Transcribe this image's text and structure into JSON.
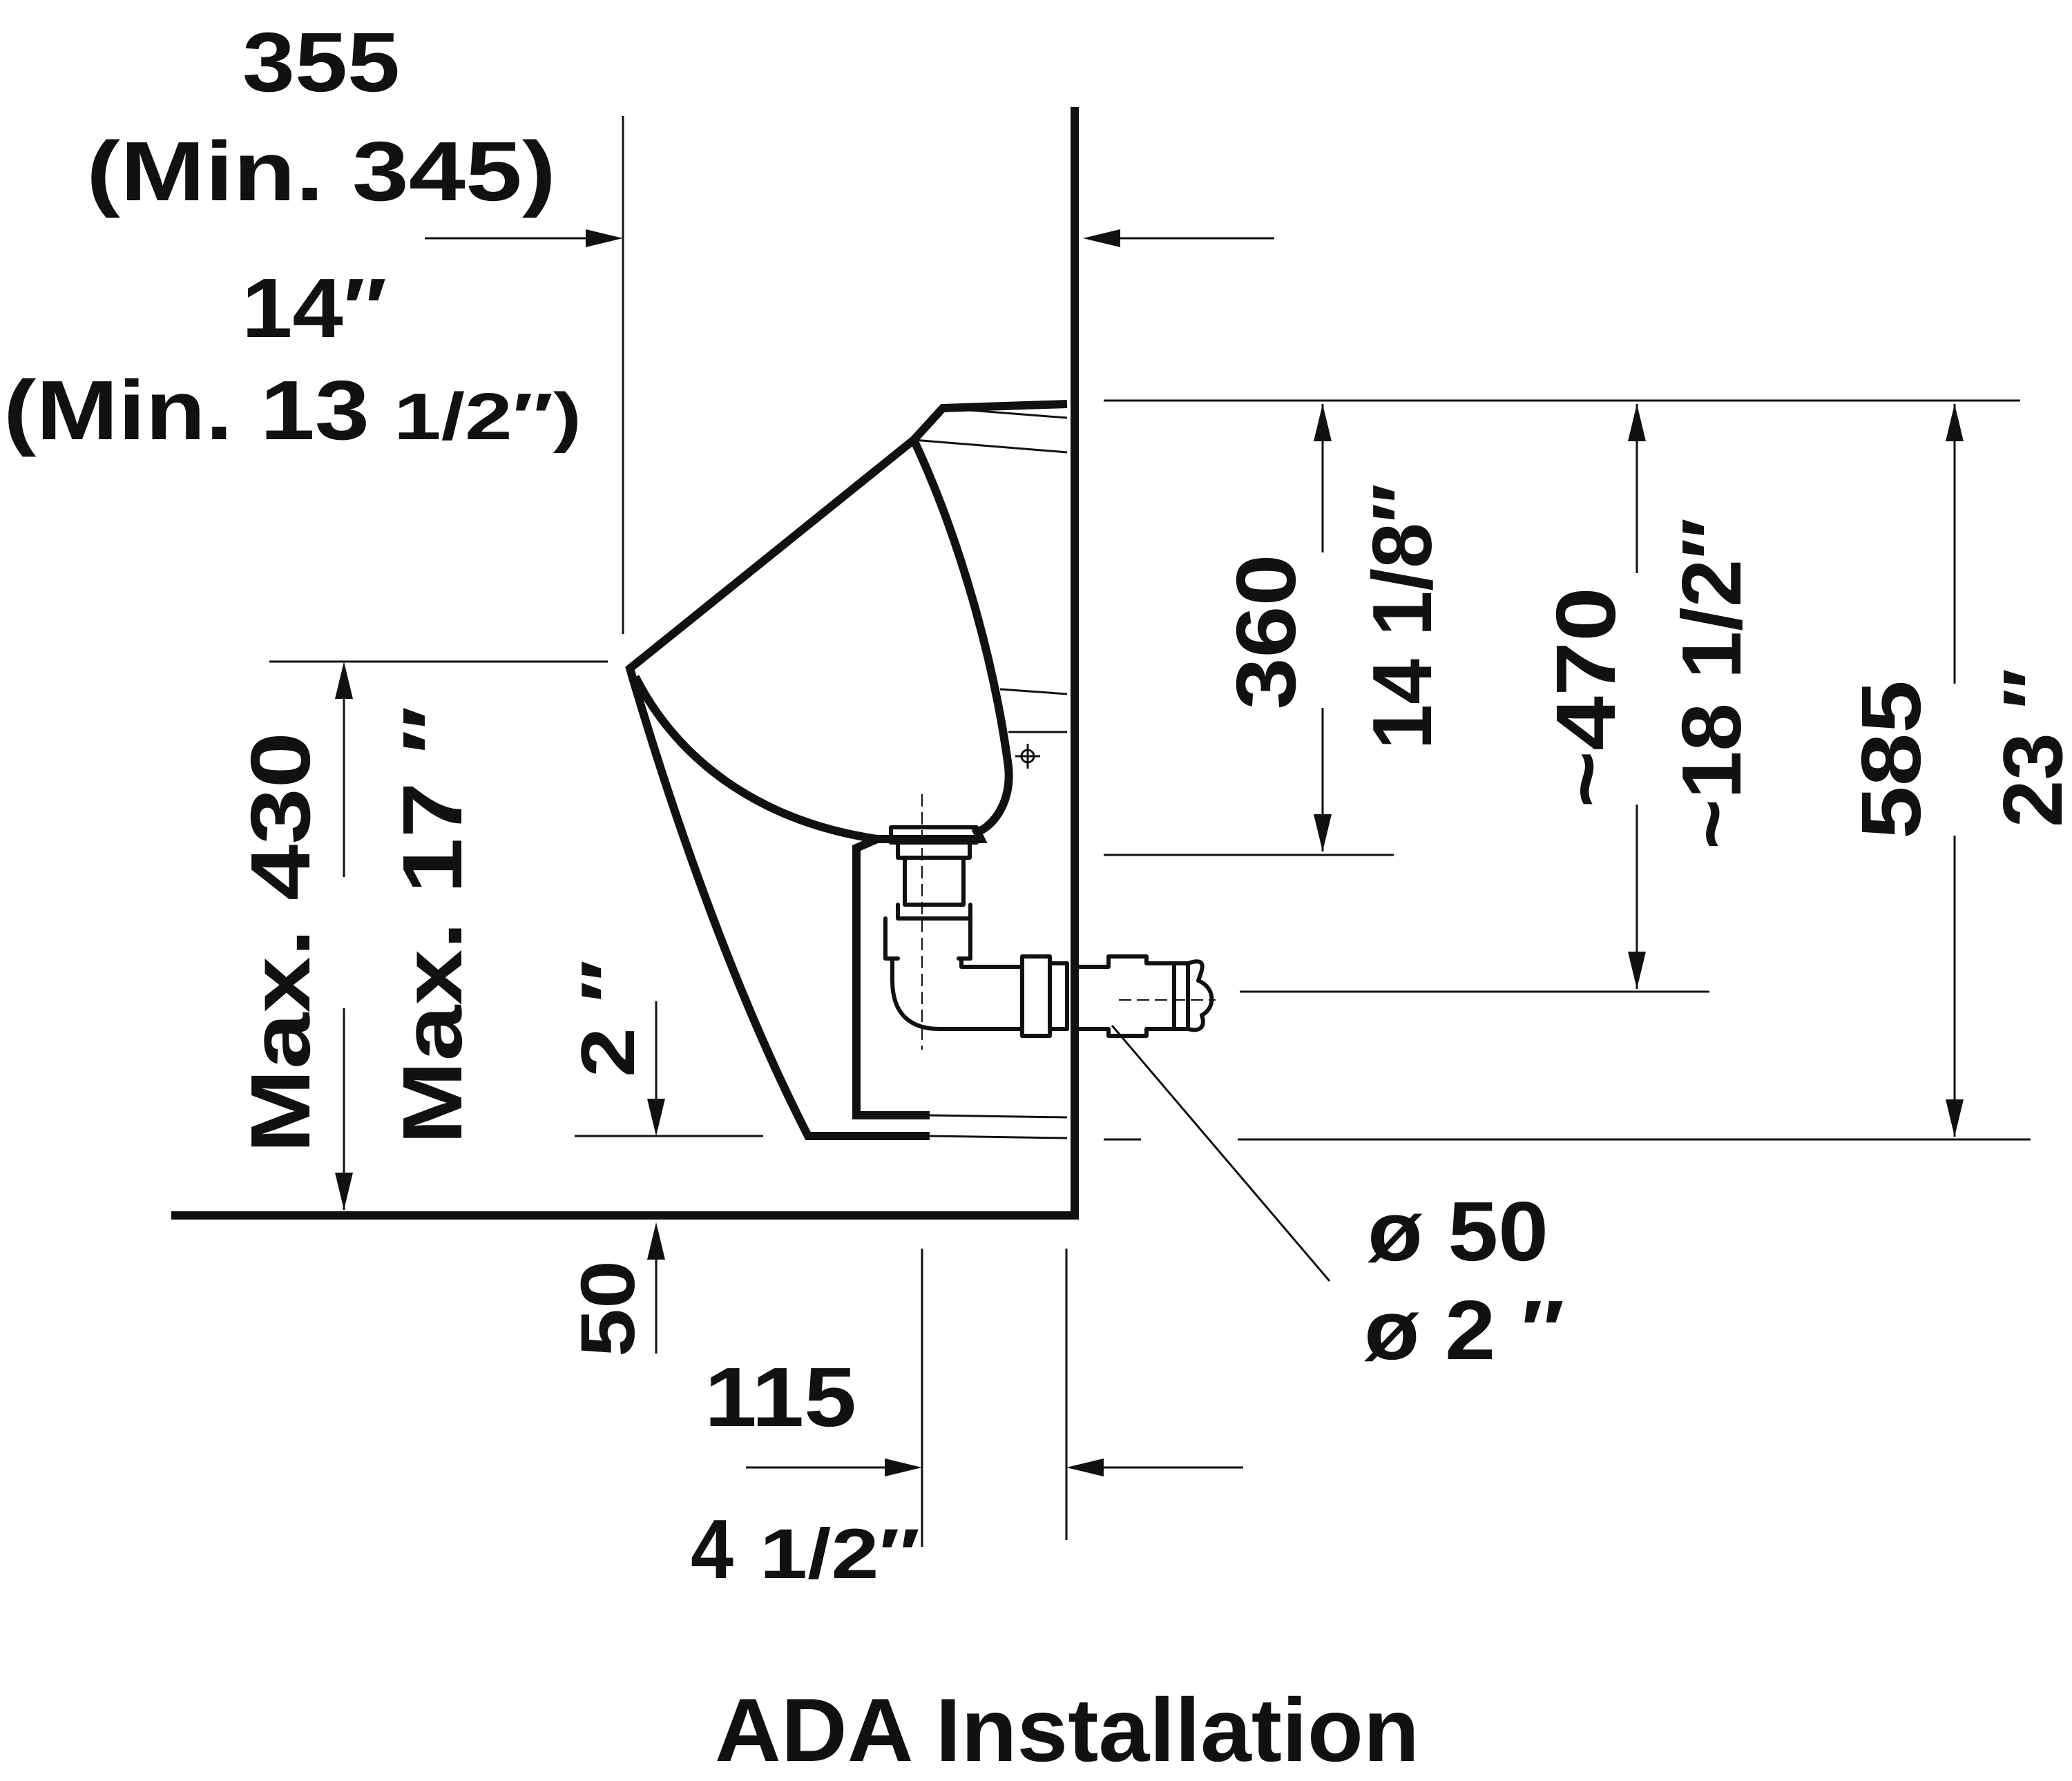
{
  "title": "ADA Installation",
  "dimensions": {
    "depth_mm": "355",
    "depth_mm_min": "(Min. 345)",
    "depth_in": "14″",
    "depth_in_min_prefix": "(Min. 13",
    "depth_in_min_frac": "1/2″)",
    "rim_height_mm": "Max.  430",
    "rim_height_in": "Max.  17 ″",
    "inlet_mm": "360",
    "inlet_in": "14 1/8″",
    "outlet_mm": "~470",
    "outlet_in": "~18 1/2″",
    "height_mm": "585",
    "height_in": "23 ″",
    "bottom_in": "2 ″",
    "floor_mm": "50",
    "trap_mm": "115",
    "trap_in_whole": "4",
    "trap_in_frac": "1/2″",
    "pipe_mm": "ø 50",
    "pipe_in": "ø  2 ″"
  }
}
